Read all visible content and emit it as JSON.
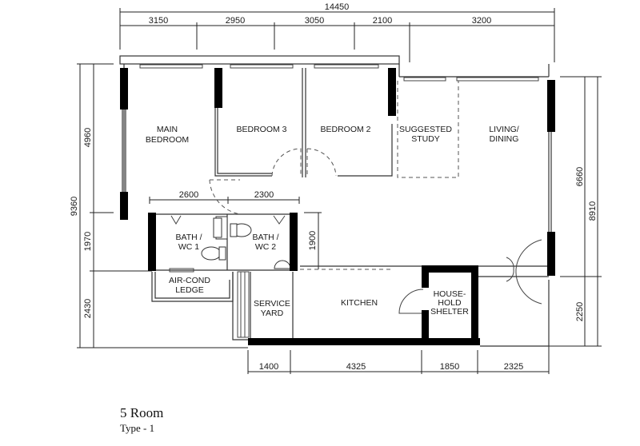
{
  "plan": {
    "title": "5 Room",
    "subtitle": "Type - 1",
    "colors": {
      "wall": "#000000",
      "line": "#333333",
      "background": "#ffffff",
      "text": "#1a1a1a"
    }
  },
  "dimensions": {
    "top_total": "14450",
    "top": [
      "3150",
      "2950",
      "3050",
      "2100",
      "3200"
    ],
    "left_total": "9360",
    "left": [
      "4960",
      "1970",
      "2430"
    ],
    "right_total": "8910",
    "right": [
      "6660",
      "2250"
    ],
    "bottom": [
      "1400",
      "4325",
      "1850",
      "2325"
    ],
    "bath_row": [
      "2600",
      "2300"
    ],
    "bath_height": "1900"
  },
  "rooms": {
    "main_bedroom": [
      "MAIN",
      "BEDROOM"
    ],
    "bedroom3": "BEDROOM 3",
    "bedroom2": "BEDROOM 2",
    "study": [
      "SUGGESTED",
      "STUDY"
    ],
    "living": [
      "LIVING/",
      "DINING"
    ],
    "bath1": [
      "BATH /",
      "WC 1"
    ],
    "bath2": [
      "BATH /",
      "WC 2"
    ],
    "aircon": [
      "AIR-COND",
      "LEDGE"
    ],
    "service": [
      "SERVICE",
      "YARD"
    ],
    "kitchen": "KITCHEN",
    "shelter": [
      "HOUSE-",
      "HOLD",
      "SHELTER"
    ]
  }
}
